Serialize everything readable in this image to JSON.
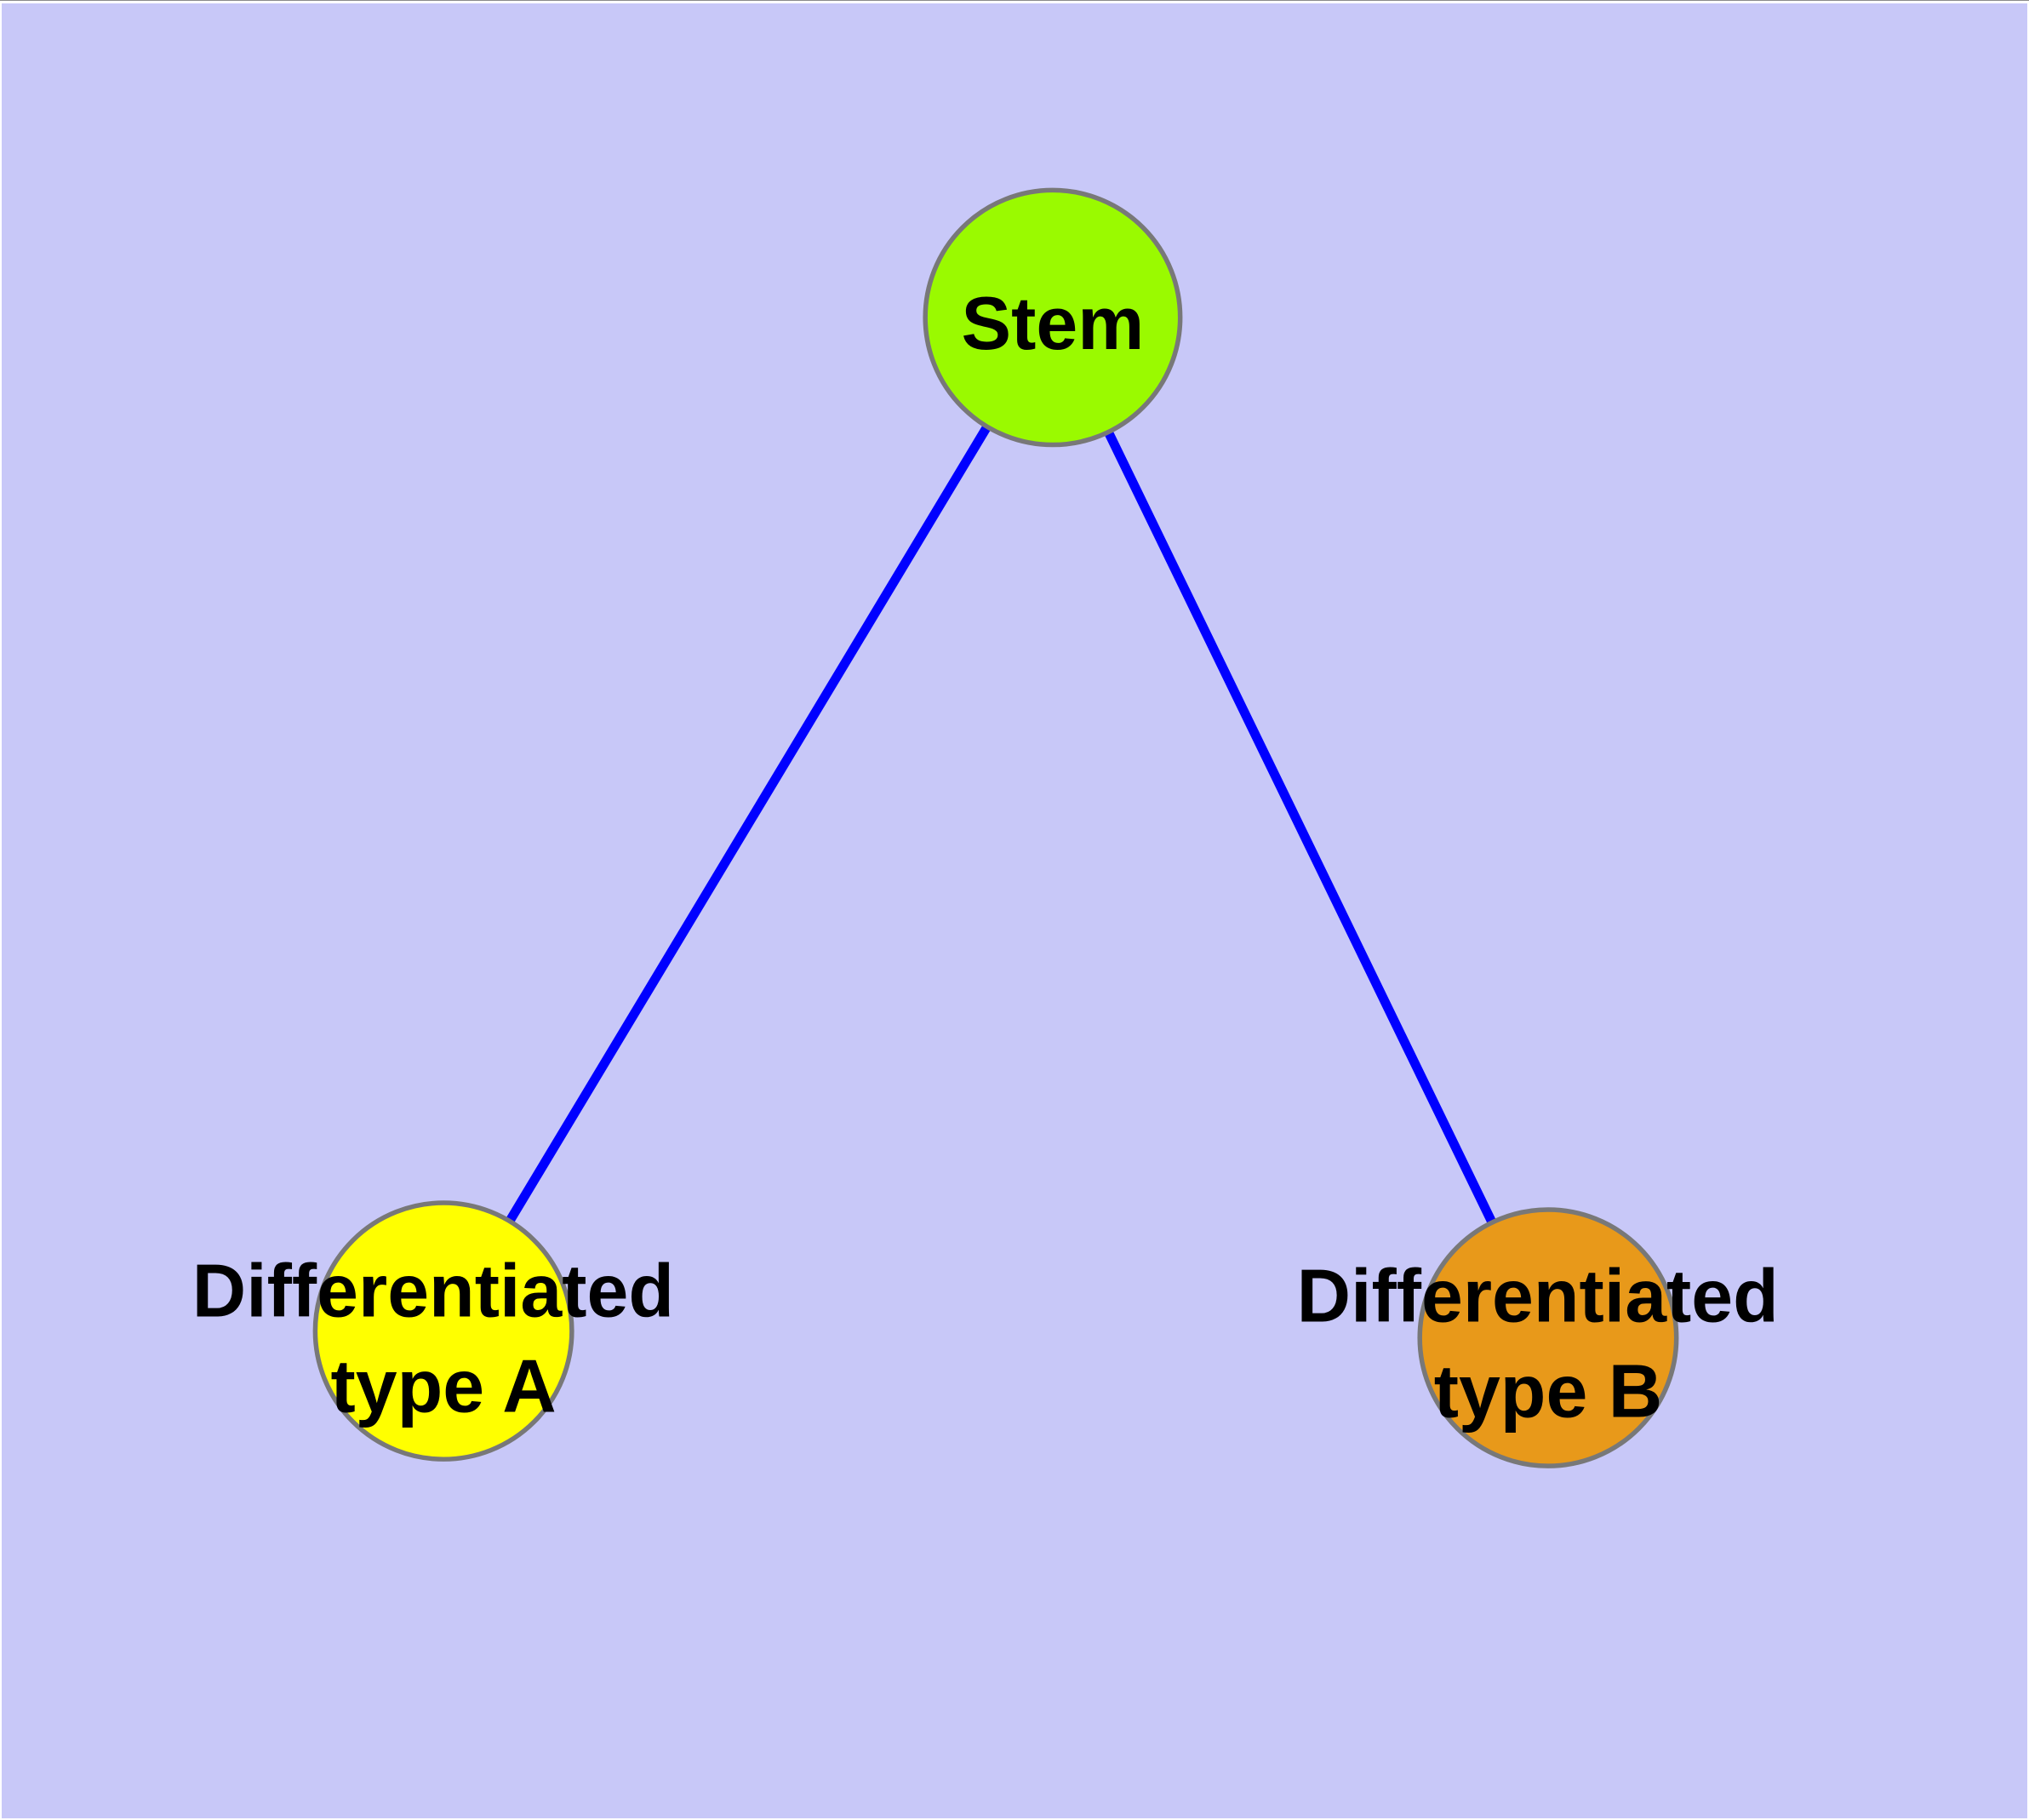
{
  "canvas": {
    "background_color": "#c8c8f8",
    "edge_color": "#0000ff",
    "node_border_color": "#787878",
    "label_color": "#000000"
  },
  "graph": {
    "nodes": [
      {
        "id": "stem",
        "label": "Stem",
        "label_lines": [
          "Stem"
        ],
        "color": "#9afa00"
      },
      {
        "id": "differentiated-type-a",
        "label": "Differentiated type A",
        "label_lines": [
          "Differentiated",
          "type A"
        ],
        "color": "#ffff00"
      },
      {
        "id": "differentiated-type-b",
        "label": "Differentiated type B",
        "label_lines": [
          "Differentiated",
          "type B"
        ],
        "color": "#e8991a"
      }
    ],
    "edges": [
      {
        "source": "stem",
        "target": "differentiated-type-a"
      },
      {
        "source": "stem",
        "target": "differentiated-type-b"
      }
    ]
  }
}
